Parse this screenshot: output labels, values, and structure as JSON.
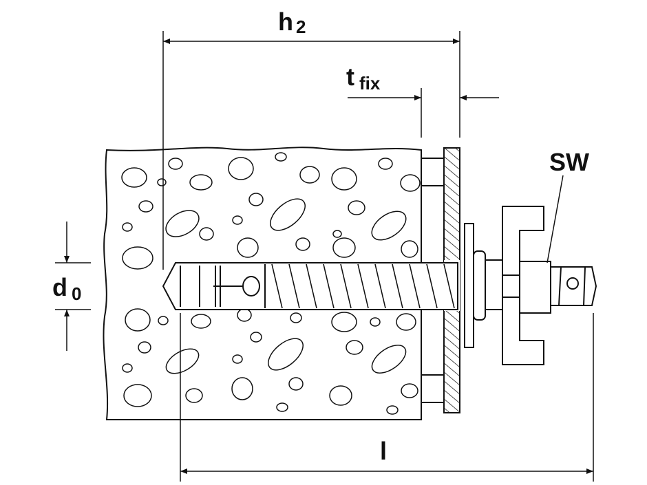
{
  "labels": {
    "h2_main": "h",
    "h2_sub": "2",
    "tfix_main": "t",
    "tfix_sub": "fix",
    "d0_main": "d",
    "d0_sub": "0",
    "l": "l",
    "sw": "SW"
  },
  "colors": {
    "line": "#111111",
    "background": "#ffffff"
  }
}
